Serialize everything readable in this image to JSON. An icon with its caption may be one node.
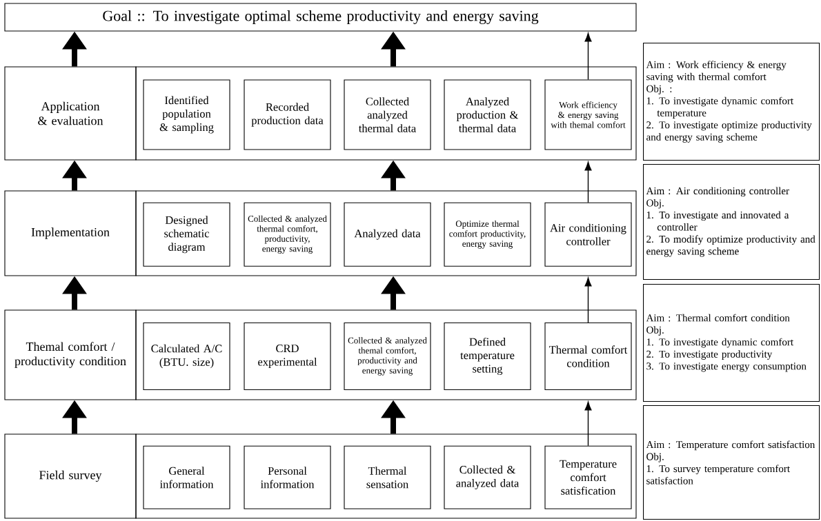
{
  "diagram": {
    "nodes": [
      {
        "text": [
          "Goal :: To investigate optimal scheme productivity and energy saving"
        ]
      },
      {
        "text": [
          "Application & evaluation"
        ]
      },
      {
        "text": [],
        "shape": "box"
      },
      {
        "text": [
          "Identified population & sampling"
        ],
        "in": 2
      },
      {
        "text": [
          "Recorded production data"
        ],
        "in": 2
      },
      {
        "text": [
          "Collected analyzed thermal data"
        ],
        "in": 2
      },
      {
        "text": [
          "Analyzed production & thermal data"
        ],
        "in": 2
      },
      {
        "text": [
          "Work efficiency & energy saving with themal comfort"
        ],
        "in": 2
      },
      {
        "text": [
          "Implementation"
        ]
      },
      {
        "text": [],
        "shape": "box"
      },
      {
        "text": [
          "Designed schematic diagram"
        ],
        "in": 9
      },
      {
        "text": [
          "Collected & analyzed thermal comfort, productivity, energy saving"
        ],
        "in": 9
      },
      {
        "text": [
          "Analyzed data"
        ],
        "in": 9
      },
      {
        "text": [
          "Optimize thermal comfort productivity, energy saving"
        ],
        "in": 9
      },
      {
        "text": [
          "Air conditioning controller"
        ],
        "in": 9
      },
      {
        "text": [
          "Themal comfort / productivity condition"
        ]
      },
      {
        "text": [],
        "shape": "box"
      },
      {
        "text": [
          "Calculated A/C (BTU. size)"
        ],
        "in": 16
      },
      {
        "text": [
          "CRD experimental"
        ],
        "in": 16
      },
      {
        "text": [
          "Collected & analyzed themal comfort, productivity and energy saving"
        ],
        "in": 16
      },
      {
        "text": [
          "Defined temperature setting"
        ],
        "in": 16
      },
      {
        "text": [
          "Thermal comfort condition"
        ],
        "in": 16
      },
      {
        "text": [
          "Field survey"
        ]
      },
      {
        "text": [],
        "shape": "box"
      },
      {
        "text": [
          "General information"
        ],
        "in": 23
      },
      {
        "text": [
          "Personal information"
        ],
        "in": 23
      },
      {
        "text": [
          "Thermal sensation"
        ],
        "in": 23
      },
      {
        "text": [
          "Collected & analyzed data"
        ],
        "in": 23
      },
      {
        "text": [
          "Temperature comfort satisfication"
        ],
        "in": 23
      },
      {
        "text": [
          "Aim : Work efficiency & energy saving with thermal comfort",
          "Obj. :",
          "1. To investigate dynamic comfort temperature",
          "2. To investigate optimize productivity and energy saving scheme"
        ]
      },
      {
        "text": [
          "Aim : Air conditioning controller",
          "Obj.",
          "1. To investigate and innovated a controller",
          "2. To modify optimize productivity and energy saving scheme"
        ]
      },
      {
        "text": [
          "Aim : Thermal comfort condition",
          "Obj.",
          "1. To investigate dynamic comfort",
          "2. To investigate productivity",
          "3. To investigate energy consumption"
        ]
      },
      {
        "text": [
          "Aim : Temperature comfort satisfaction",
          "Obj.",
          "1. To survey temperature comfort satisfaction"
        ]
      }
    ],
    "edges": [
      {
        "from": 1,
        "to": 0,
        "arrow": "to"
      },
      {
        "from": 2,
        "to": 0,
        "arrow": "to"
      },
      {
        "from": 7,
        "to": 0,
        "arrow": "to"
      },
      {
        "from": 8,
        "to": 1,
        "arrow": "to"
      },
      {
        "from": 9,
        "to": 2,
        "arrow": "to"
      },
      {
        "from": 14,
        "to": 2,
        "arrow": "to"
      },
      {
        "from": 15,
        "to": 8,
        "arrow": "to"
      },
      {
        "from": 16,
        "to": 9,
        "arrow": "to"
      },
      {
        "from": 21,
        "to": 9,
        "arrow": "to"
      },
      {
        "from": 22,
        "to": 15,
        "arrow": "to"
      },
      {
        "from": 23,
        "to": 16,
        "arrow": "to"
      },
      {
        "from": 28,
        "to": 16,
        "arrow": "to"
      }
    ]
  }
}
